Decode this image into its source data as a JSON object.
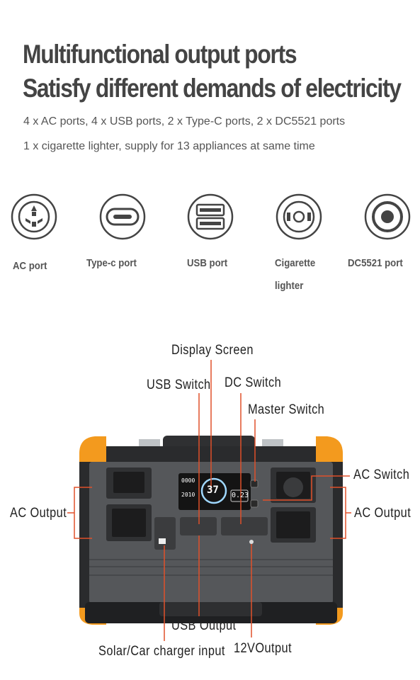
{
  "headline": {
    "line1": "Multifunctional output ports",
    "line2": "Satisfy different demands of electricity"
  },
  "subtitle": {
    "line1": "4 x AC ports, 4 x USB ports, 2 x Type-C ports, 2 x DC5521 ports",
    "line2": "1 x cigarette lighter, supply for 13 appliances at same time"
  },
  "ports": [
    {
      "icon": "ac-socket-icon",
      "label": "AC port"
    },
    {
      "icon": "type-c-icon",
      "label": "Type-c port"
    },
    {
      "icon": "usb-icon",
      "label": "USB port"
    },
    {
      "icon": "cigarette-lighter-icon",
      "label_line1": "Cigarette",
      "label_line2": "lighter"
    },
    {
      "icon": "dc5521-icon",
      "label": "DC5521 port"
    }
  ],
  "callouts": {
    "display_screen": "Display Screen",
    "usb_switch": "USB Switch",
    "dc_switch": "DC Switch",
    "master_switch": "Master Switch",
    "ac_switch": "AC Switch",
    "ac_output_left": "AC Output",
    "ac_output_right": "AC Output",
    "usb_output": "USB Output",
    "solar_input": "Solar/Car charger input",
    "dc_output": "12VOutput"
  },
  "device": {
    "display_battery": "37",
    "display_small_left": "0000",
    "display_small_left2": "2010",
    "display_right": "0.23"
  },
  "colors": {
    "accent_orange": "#f39a1e",
    "leader_line": "#e0502a",
    "body_dark": "#2b2b2b",
    "body_panel": "#55575a"
  }
}
